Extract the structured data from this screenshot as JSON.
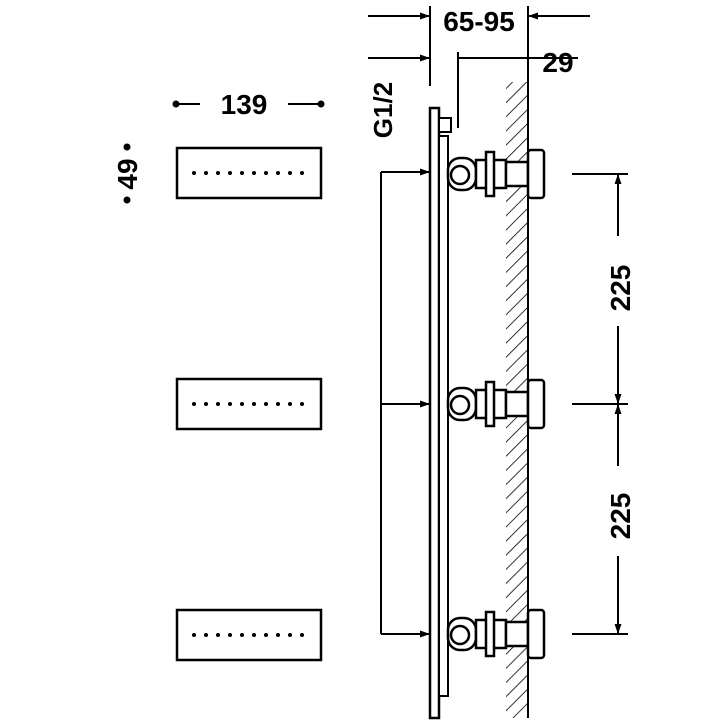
{
  "diagram": {
    "dimensions": {
      "width_label": "139",
      "height_label": "49",
      "offset_label": "65-95",
      "depth_label": "29",
      "thread_label": "G1/2",
      "spacing_upper_label": "225",
      "spacing_lower_label": "225"
    },
    "colors": {
      "line": "#000000",
      "background": "#ffffff"
    }
  }
}
